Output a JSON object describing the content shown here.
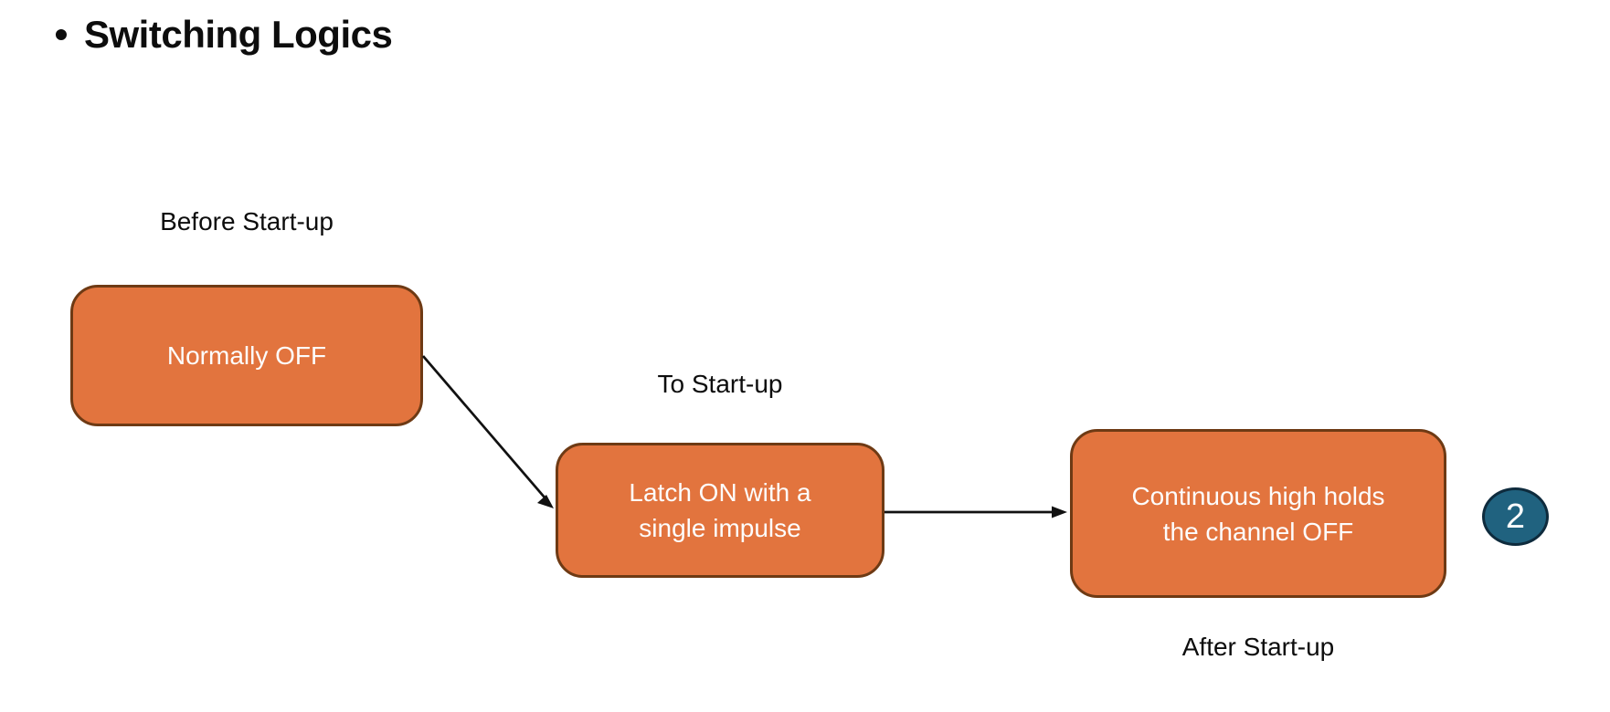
{
  "slide": {
    "bullet": "•",
    "title": "Switching Logics",
    "page_number": "2"
  },
  "flow": {
    "stages": [
      {
        "caption": "Before Start-up",
        "text": "Normally OFF"
      },
      {
        "caption": "To Start-up",
        "text": "Latch ON with a\nsingle impulse"
      },
      {
        "caption": "After Start-up",
        "text": "Continuous high holds\nthe channel OFF"
      }
    ]
  },
  "colors": {
    "box-fill": "#E2743E",
    "box-border": "#6E3A14",
    "box-text": "#FDFDFD",
    "badge-fill": "#20627F",
    "badge-border": "#0E2B3D",
    "arrow": "#111111",
    "text": "#0D0D0D",
    "background": "#FFFFFF"
  }
}
